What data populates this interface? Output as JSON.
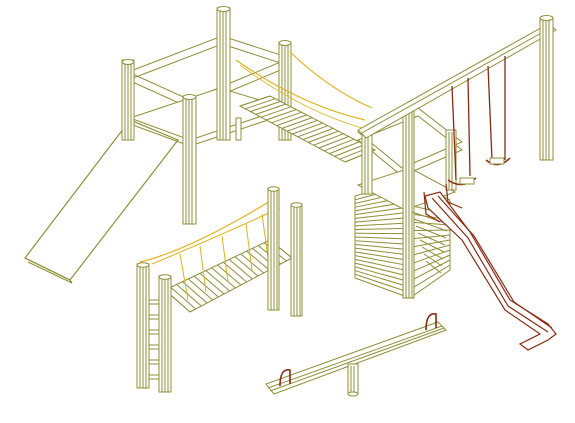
{
  "drawing": {
    "subject": "",
    "colors": {
      "wood": "#8f8f3a",
      "wood_dark": "#6c6c22",
      "rope": "#e2b21e",
      "metal": "#8a2a10",
      "background": "#ffffff"
    },
    "components": [
      {
        "name": "tower-left",
        "icon": "tower-icon"
      },
      {
        "name": "slide-left",
        "icon": "slide-icon"
      },
      {
        "name": "rope-bridge-upper",
        "icon": "bridge-icon"
      },
      {
        "name": "tower-right",
        "icon": "tower-icon"
      },
      {
        "name": "slide-right-metal",
        "icon": "slide-icon"
      },
      {
        "name": "swing-set",
        "icon": "swing-icon"
      },
      {
        "name": "rope-bridge-lower",
        "icon": "bridge-icon"
      },
      {
        "name": "ladder",
        "icon": "ladder-icon"
      },
      {
        "name": "seesaw",
        "icon": "seesaw-icon"
      }
    ]
  }
}
